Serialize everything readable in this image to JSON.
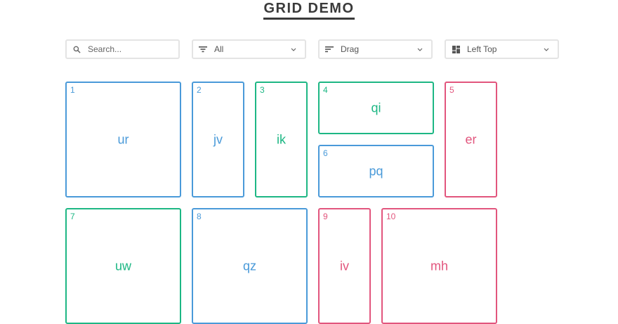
{
  "header": {
    "title": "GRID DEMO"
  },
  "controls": {
    "search": {
      "placeholder": "Search...",
      "value": "",
      "icon": "search-icon"
    },
    "filter": {
      "value": "All",
      "icon": "filter-icon"
    },
    "sort": {
      "value": "Drag",
      "icon": "sort-icon"
    },
    "layout": {
      "value": "Left Top",
      "icon": "layout-icon"
    }
  },
  "colors": {
    "blue": "#4a9ad9",
    "green": "#1db784",
    "red": "#e2557d",
    "text": "#3a3a3a"
  },
  "grid": {
    "items": [
      {
        "id": "1",
        "label": "ur",
        "color": "blue"
      },
      {
        "id": "2",
        "label": "jv",
        "color": "blue"
      },
      {
        "id": "3",
        "label": "ik",
        "color": "green"
      },
      {
        "id": "4",
        "label": "qi",
        "color": "green"
      },
      {
        "id": "5",
        "label": "er",
        "color": "red"
      },
      {
        "id": "6",
        "label": "pq",
        "color": "blue"
      },
      {
        "id": "7",
        "label": "uw",
        "color": "green"
      },
      {
        "id": "8",
        "label": "qz",
        "color": "blue"
      },
      {
        "id": "9",
        "label": "iv",
        "color": "red"
      },
      {
        "id": "10",
        "label": "mh",
        "color": "red"
      }
    ]
  }
}
